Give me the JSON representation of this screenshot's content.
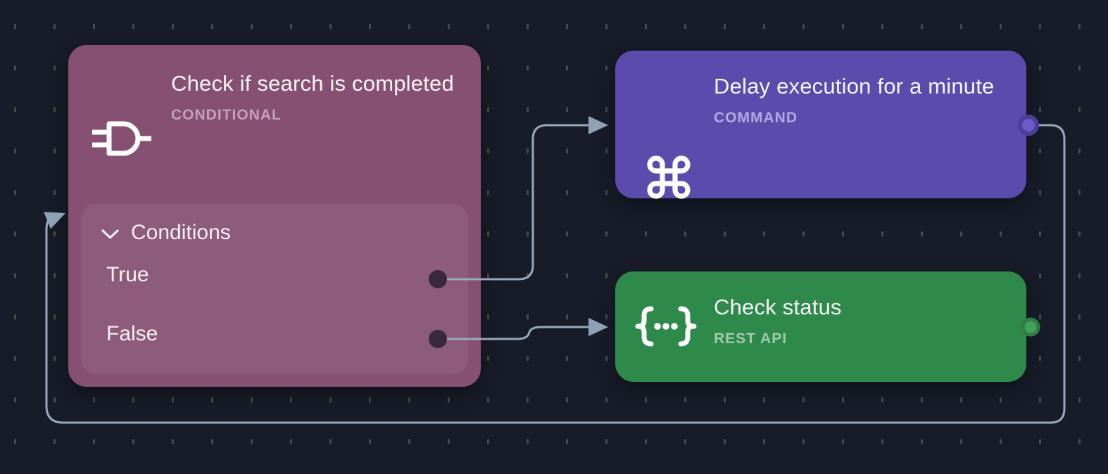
{
  "canvas": {
    "background_color": "#171c28",
    "grid_dot_color": "#474b40",
    "edge_color": "#97a9bb",
    "arrow_color": "#8fa2b5"
  },
  "nodes": {
    "conditional": {
      "title": "Check if search is completed",
      "type_label": "CONDITIONAL",
      "type_label_color": "#c3a2b7",
      "icon": "logic-gate-icon",
      "color": "#865072",
      "conditions": {
        "label": "Conditions",
        "outputs": [
          "True",
          "False"
        ],
        "port_color": "#382a3b"
      }
    },
    "command": {
      "title": "Delay execution for a minute",
      "type_label": "COMMAND",
      "type_label_color": "#b4a8e1",
      "icon": "command-icon",
      "color": "#5a4bad",
      "port_fill": "#6c5bc6",
      "port_ring": "#4b3f9d"
    },
    "rest_api": {
      "title": "Check status",
      "type_label": "REST API",
      "type_label_color": "#a3c9ae",
      "icon": "braces-icon",
      "color": "#2e8a4b",
      "port_fill": "#3fa257",
      "port_ring": "#2e7e45"
    }
  }
}
